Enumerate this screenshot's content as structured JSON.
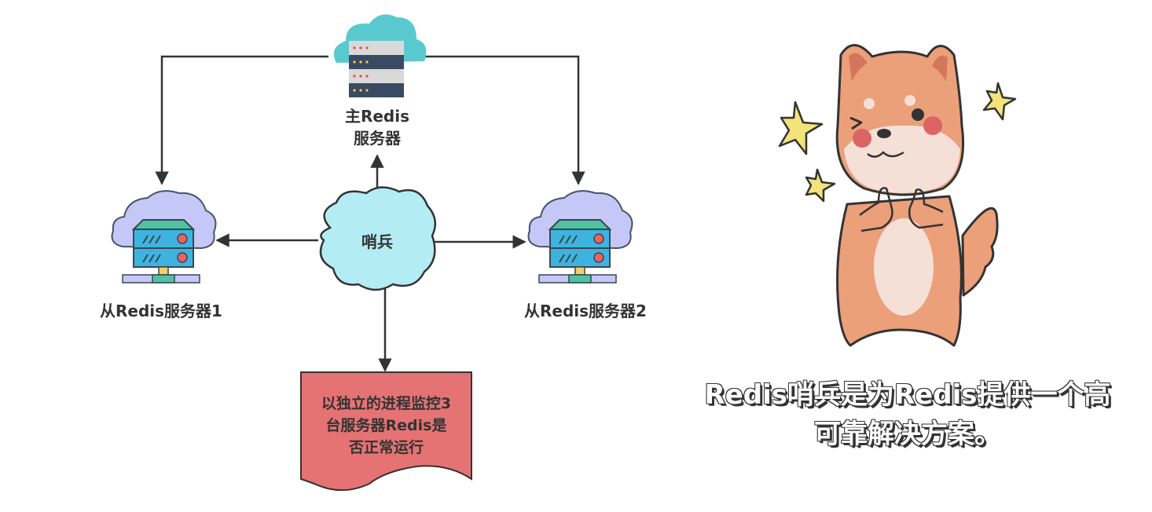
{
  "diagram": {
    "master": {
      "line1": "主Redis",
      "line2": "服务器"
    },
    "sentinel": {
      "label": "哨兵"
    },
    "slave1": {
      "label": "从Redis服务器1"
    },
    "slave2": {
      "label": "从Redis服务器2"
    },
    "note": {
      "line1": "以独立的进程监控3",
      "line2": "台服务器Redis是",
      "line3": "否正常运行"
    }
  },
  "caption": {
    "line1": "Redis哨兵是为Redis提供一个高",
    "line2": "可靠解决方案。"
  },
  "colors": {
    "note_fill": "#e57373",
    "sentinel_fill": "#b3ecf2",
    "cloud_fill": "#c5c8f7",
    "server_fill": "#3fb3e0",
    "master_cloud": "#5ac8cf",
    "dog": "#eba07a"
  }
}
